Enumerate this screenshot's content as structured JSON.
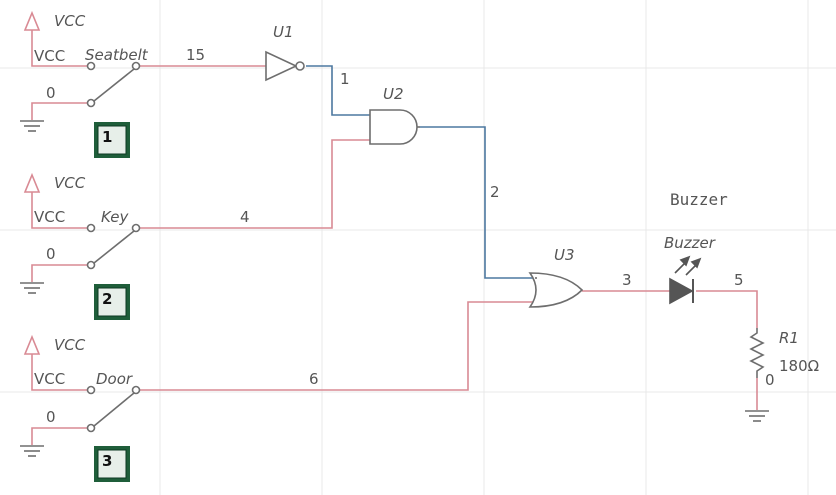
{
  "labels": {
    "vcc": "VCC",
    "zero": "0",
    "switch1": "Seatbelt",
    "switch2": "Key",
    "switch3": "Door",
    "u1": "U1",
    "u2": "U2",
    "u3": "U3",
    "buzzer_title": "Buzzer",
    "buzzer_led": "Buzzer",
    "r1": "R1",
    "r1_value": "180Ω",
    "r1_bottom": "0",
    "key1": "1",
    "key2": "2",
    "key3": "3"
  },
  "nets": {
    "n15": "15",
    "n1": "1",
    "n4": "4",
    "n2": "2",
    "n6": "6",
    "n3": "3",
    "n5": "5"
  },
  "colors": {
    "wire_pink": "#d98a94",
    "wire_blue": "#4d78a0",
    "component": "#6e6e6e",
    "grid": "#e6e6e6",
    "key_fill": "#1f5e3a"
  }
}
